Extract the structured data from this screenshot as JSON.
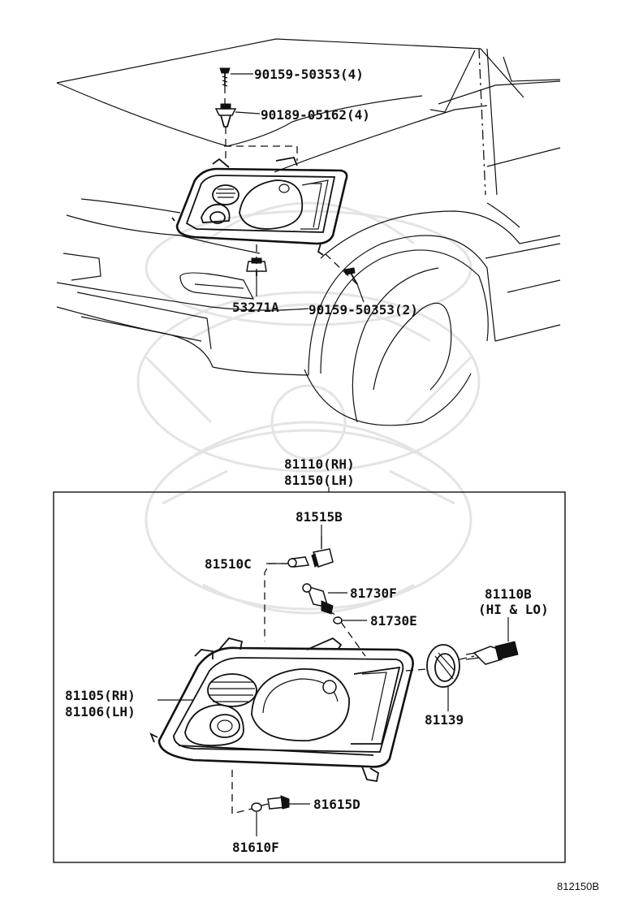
{
  "diagram": {
    "labels": {
      "bolt_top": "90159-50353(4)",
      "clip_top": "90189-05162(4)",
      "retainer": "53271A",
      "bolt_lower": "90159-50353(2)",
      "assembly_rh": "81110(RH)",
      "assembly_lh": "81150(LH)",
      "socket_515b": "81515B",
      "bulb_510c": "81510C",
      "bulb_730f": "81730F",
      "bulb_730e": "81730E",
      "bulb_110b": "81110B",
      "bulb_110b_note": "(HI & LO)",
      "housing_rh": "81105(RH)",
      "housing_lh": "81106(LH)",
      "cover_139": "81139",
      "socket_615d": "81615D",
      "bulb_610f": "81610F"
    },
    "figure_id": "812150B"
  }
}
